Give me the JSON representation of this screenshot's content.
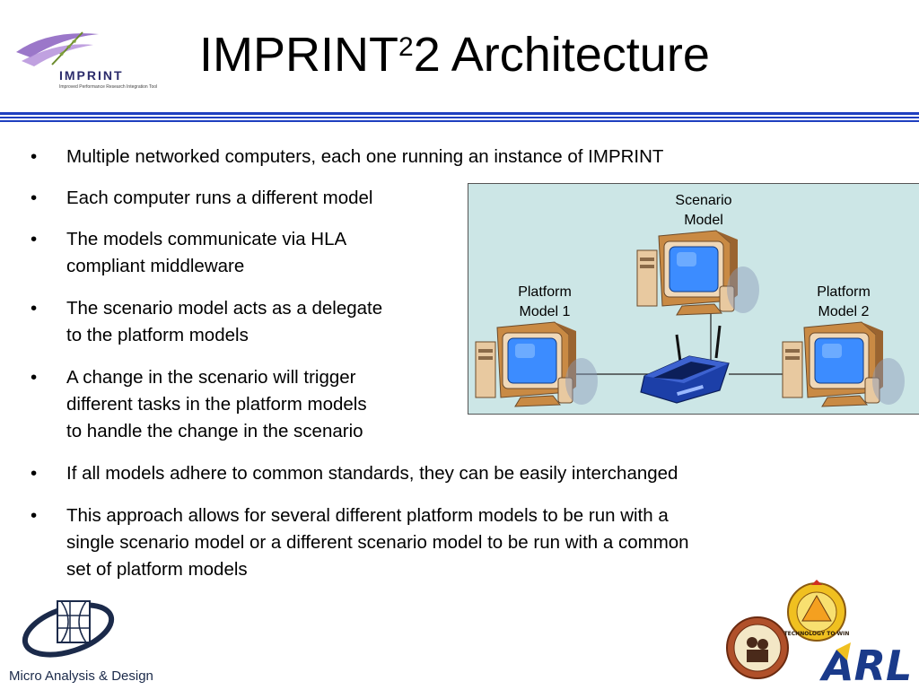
{
  "header": {
    "title_before": "IMPRINT",
    "title_sup": "2",
    "title_after": "2 Architecture",
    "logo_word": "IMPRINT",
    "logo_tagline": "Improved Performance Research Integration Tool"
  },
  "bullets": [
    {
      "marker": "•",
      "lines": [
        "Multiple networked computers, each one running an instance of IMPRINT"
      ]
    },
    {
      "marker": "•",
      "lines": [
        "Each computer runs a different model"
      ]
    },
    {
      "marker": "•",
      "lines": [
        "The models communicate via HLA",
        "compliant middleware"
      ]
    },
    {
      "marker": "•",
      "lines": [
        "The scenario model acts as a delegate",
        "to the platform models"
      ]
    },
    {
      "marker": "•",
      "lines": [
        "A change in the scenario will trigger",
        "different tasks in the platform models",
        "to handle the change in the scenario"
      ]
    },
    {
      "marker": "•",
      "lines": [
        "If all models adhere to common standards, they can be easily interchanged"
      ]
    },
    {
      "marker": "•",
      "lines": [
        "This approach allows for several different platform models to be run with a",
        "single scenario model or a different scenario model to be run with a common",
        "set of platform models"
      ]
    }
  ],
  "diagram": {
    "scenario_label": [
      "Scenario",
      "Model"
    ],
    "platform1_label": [
      "Platform",
      "Model 1"
    ],
    "platform2_label": [
      "Platform",
      "Model 2"
    ]
  },
  "footer": {
    "mad_label": "Micro Analysis & Design",
    "seal_text": "TECHNOLOGY TO WIN",
    "arl_label": "ARL"
  },
  "colors": {
    "rule_blue": "#1f3fbf",
    "diagram_bg": "#cce6e6",
    "monitor_tan": "#d9a05a",
    "screen_blue": "#3c8cff",
    "router_blue": "#1c3fa8"
  }
}
